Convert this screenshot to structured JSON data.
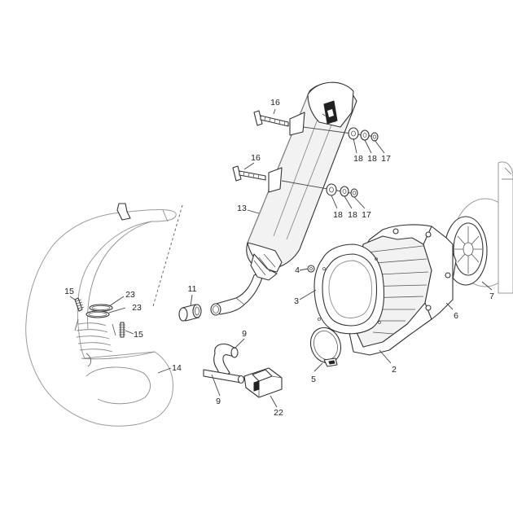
{
  "callouts": {
    "c2": "2",
    "c3": "3",
    "c4": "4",
    "c5": "5",
    "c6": "6",
    "c7": "7",
    "c9a": "9",
    "c9b": "9",
    "c11": "11",
    "c13": "13",
    "c14": "14",
    "c15a": "15",
    "c15b": "15",
    "c16a": "16",
    "c16b": "16",
    "c17a": "17",
    "c17b": "17",
    "c18a": "18",
    "c18b": "18",
    "c18c": "18",
    "c18d": "18",
    "c22": "22",
    "c23a": "23",
    "c23b": "23"
  },
  "icons": {
    "muffler_logo": "akrapovic-logo-icon"
  }
}
